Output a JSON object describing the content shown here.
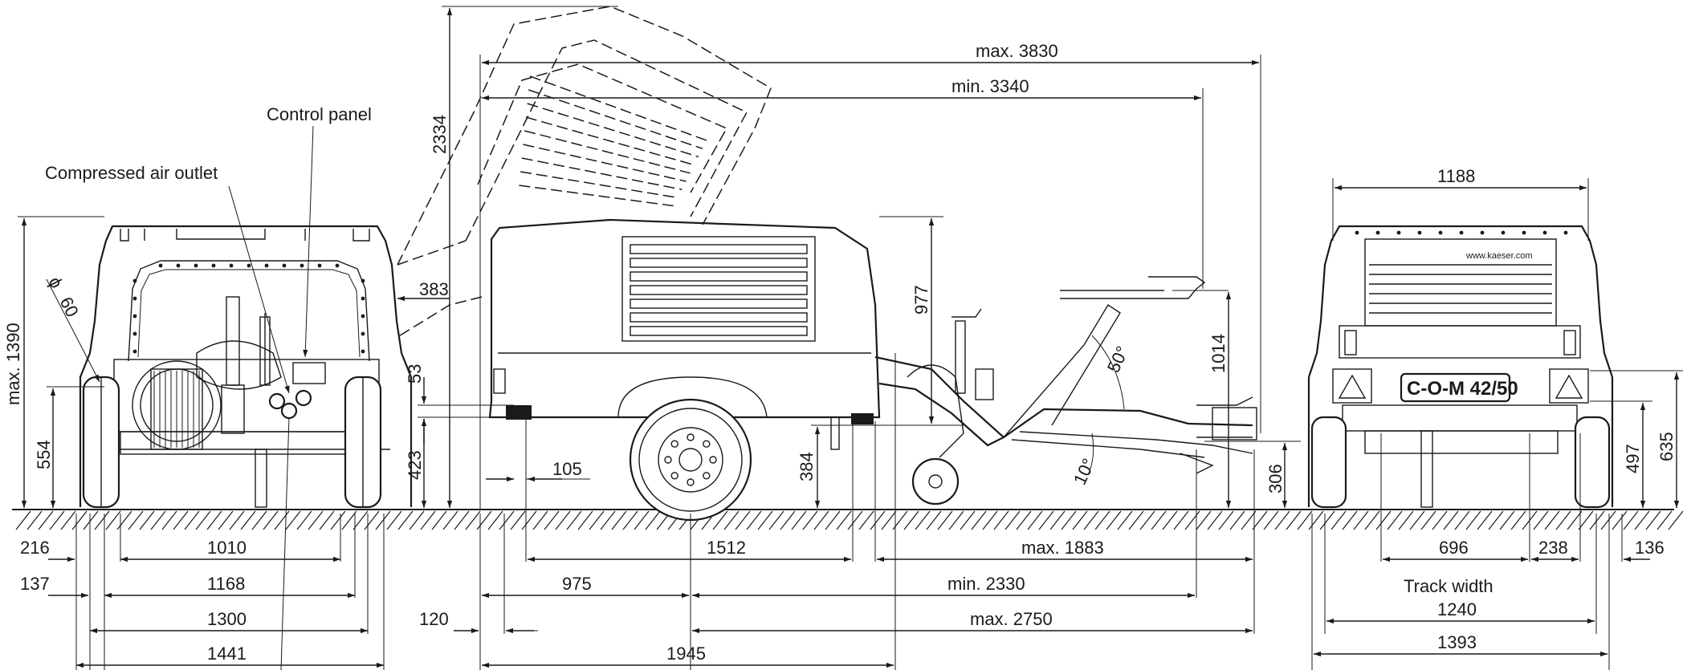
{
  "labels": {
    "control_panel": "Control panel",
    "compressed_air_outlet": "Compressed air outlet",
    "track_width": "Track width"
  },
  "front_view": {
    "height_max": "max. 1390",
    "outlet_height": "554",
    "outlet_diameter": "60",
    "diameter_symbol": "ɸ",
    "widths": [
      "216",
      "1010",
      "137",
      "1168",
      "1300",
      "1441"
    ]
  },
  "side_view": {
    "length_max": "max. 3830",
    "length_min": "min. 3340",
    "lid_height": "2334",
    "lid_overhang": "383",
    "height_977": "977",
    "rear_53": "53",
    "rear_423": "423",
    "rear_105": "105",
    "axle_384": "384",
    "drawbar_1014": "1014",
    "angle_up": "50°",
    "angle_down": "10°",
    "eye_306": "306",
    "bottom": [
      "1512",
      "max. 1883",
      "975",
      "min. 2330",
      "120",
      "max. 2750",
      "1945"
    ]
  },
  "rear_view": {
    "width_top": "1188",
    "plate": "C-O-M 42/50",
    "logo_text": "www.kaeser.com",
    "h635": "635",
    "h497": "497",
    "w696": "696",
    "w238": "238",
    "w136": "136",
    "track_1240": "1240",
    "overall_1393": "1393"
  }
}
